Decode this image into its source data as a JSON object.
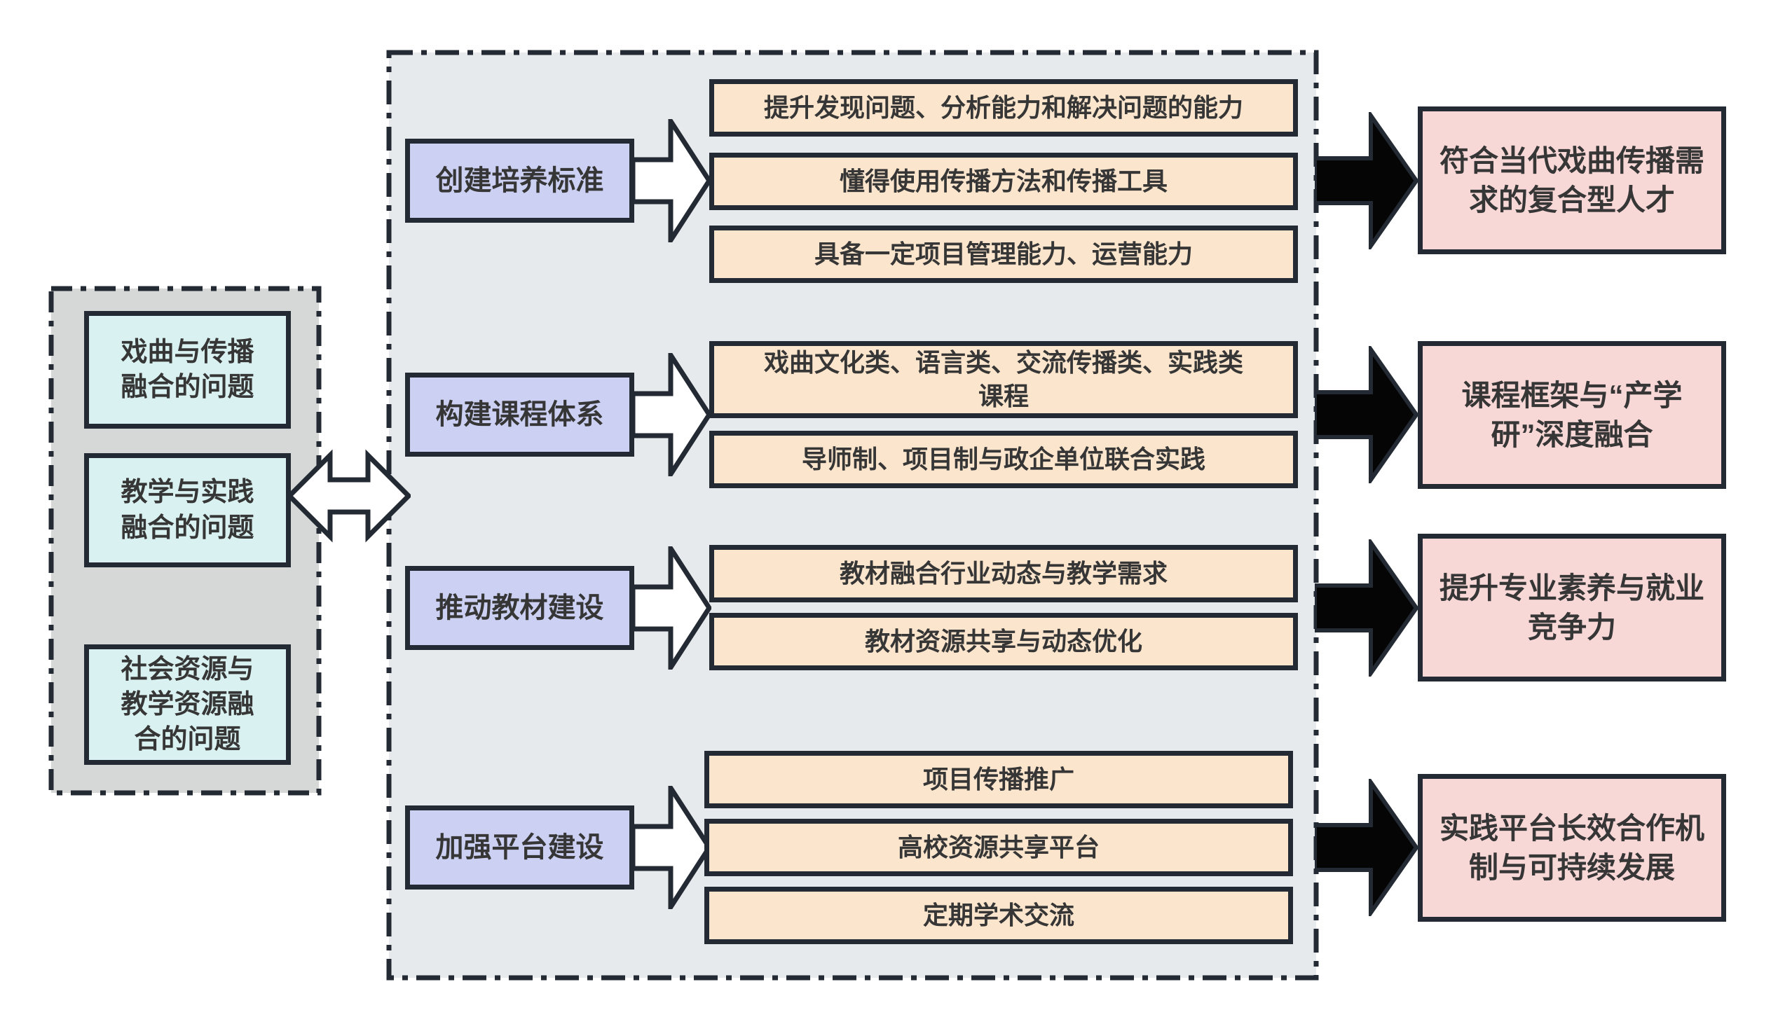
{
  "colors": {
    "border_dark": "#232a33",
    "left_panel_fill": "#d6d7d7",
    "main_panel_fill": "#e7eaed",
    "problem_box_fill": "#d9f1f0",
    "category_box_fill": "#ccd1f3",
    "measure_box_fill": "#fbe5cd",
    "outcome_box_fill": "#f8d8d7",
    "black_arrow_fill": "#050505",
    "white_arrow_fill": "#ffffff",
    "text_color": "#363636"
  },
  "problems_panel": {
    "items": [
      "戏曲与传播\n融合的问题",
      "教学与实践\n融合的问题",
      "社会资源与\n教学资源融\n合的问题"
    ]
  },
  "rows": [
    {
      "category": "创建培养标准",
      "measures": [
        "提升发现问题、分析能力和解决问题的能力",
        "懂得使用传播方法和传播工具",
        "具备一定项目管理能力、运营能力"
      ],
      "outcome": "符合当代戏曲传播需\n求的复合型人才"
    },
    {
      "category": "构建课程体系",
      "measures": [
        "戏曲文化类、语言类、交流传播类、实践类\n课程",
        "导师制、项目制与政企单位联合实践"
      ],
      "outcome": "课程框架与“产学\n研”深度融合"
    },
    {
      "category": "推动教材建设",
      "measures": [
        "教材融合行业动态与教学需求",
        "教材资源共享与动态优化"
      ],
      "outcome": "提升专业素养与就业\n竞争力"
    },
    {
      "category": "加强平台建设",
      "measures": [
        "项目传播推广",
        "高校资源共享平台",
        "定期学术交流"
      ],
      "outcome": "实践平台长效合作机\n制与可持续发展"
    }
  ]
}
